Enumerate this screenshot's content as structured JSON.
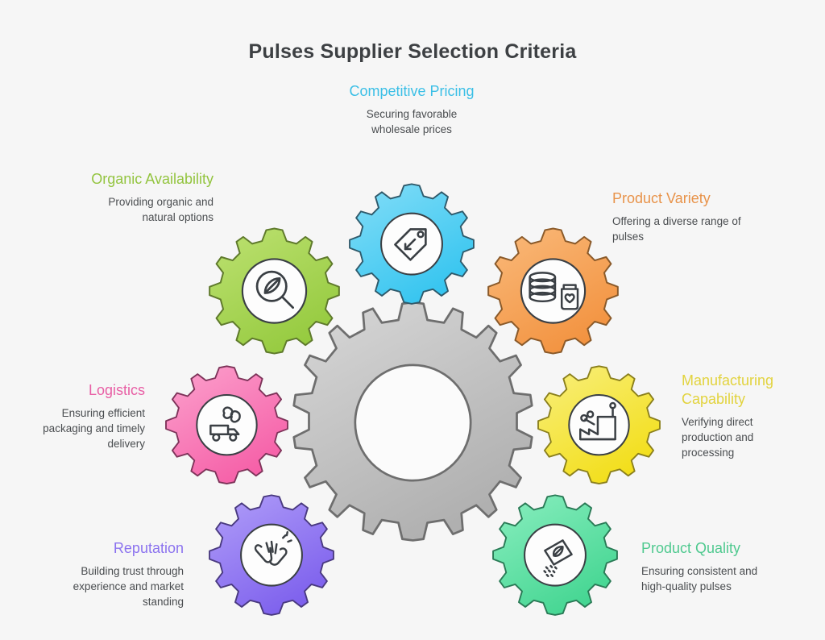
{
  "page": {
    "title": "Pulses Supplier Selection Criteria",
    "background_color": "#f6f6f6",
    "title_color": "#3d4043",
    "description_color": "#4a4d50"
  },
  "center": {
    "icon_name": "central-gear",
    "fill_from": "#d4d4d4",
    "fill_to": "#b4b4b4",
    "stroke": "#6e6e6e",
    "teeth": 16
  },
  "criteria": [
    {
      "id": "competitive-pricing",
      "title": "Competitive Pricing",
      "description": "Securing favorable wholesale prices",
      "color": "#3dc7f0",
      "color_light": "#7fdcf7",
      "stroke": "#2f5a6b",
      "title_color": "#3bbfe6",
      "icon_name": "price-tag-down-arrow-icon",
      "align": "center"
    },
    {
      "id": "organic-availability",
      "title": "Organic Availability",
      "description": "Providing organic and natural options",
      "color": "#9ed04a",
      "color_light": "#bbe06f",
      "stroke": "#5f7a2c",
      "title_color": "#93c43f",
      "icon_name": "leaf-magnifier-icon",
      "align": "right"
    },
    {
      "id": "product-variety",
      "title": "Product Variety",
      "description": "Offering a diverse range of pulses",
      "color": "#f59a4b",
      "color_light": "#f9b878",
      "stroke": "#8a5a2a",
      "title_color": "#e8934a",
      "icon_name": "coin-stack-jar-icon",
      "align": "left"
    },
    {
      "id": "logistics",
      "title": "Logistics",
      "description": "Ensuring efficient packaging and timely delivery",
      "color": "#f768ae",
      "color_light": "#fb93c6",
      "stroke": "#7d3359",
      "title_color": "#e85fa5",
      "icon_name": "delivery-truck-icon",
      "align": "right"
    },
    {
      "id": "manufacturing-capability",
      "title": "Manufacturing Capability",
      "description": "Verifying direct production and processing",
      "color": "#f5e02c",
      "color_light": "#f8ec6b",
      "stroke": "#8a7f1c",
      "title_color": "#e2d33e",
      "icon_name": "factory-icon",
      "align": "left"
    },
    {
      "id": "reputation",
      "title": "Reputation",
      "description": "Building trust through experience and market standing",
      "color": "#8b71f0",
      "color_light": "#ab96f7",
      "stroke": "#4a3a80",
      "title_color": "#8b72ef",
      "icon_name": "clapping-hands-icon",
      "align": "right"
    },
    {
      "id": "product-quality",
      "title": "Product Quality",
      "description": "Ensuring consistent and high-quality pulses",
      "color": "#4fd99a",
      "color_light": "#82e8ba",
      "stroke": "#2a7a56",
      "title_color": "#4fc98f",
      "icon_name": "seed-packet-leaf-icon",
      "align": "left"
    }
  ]
}
